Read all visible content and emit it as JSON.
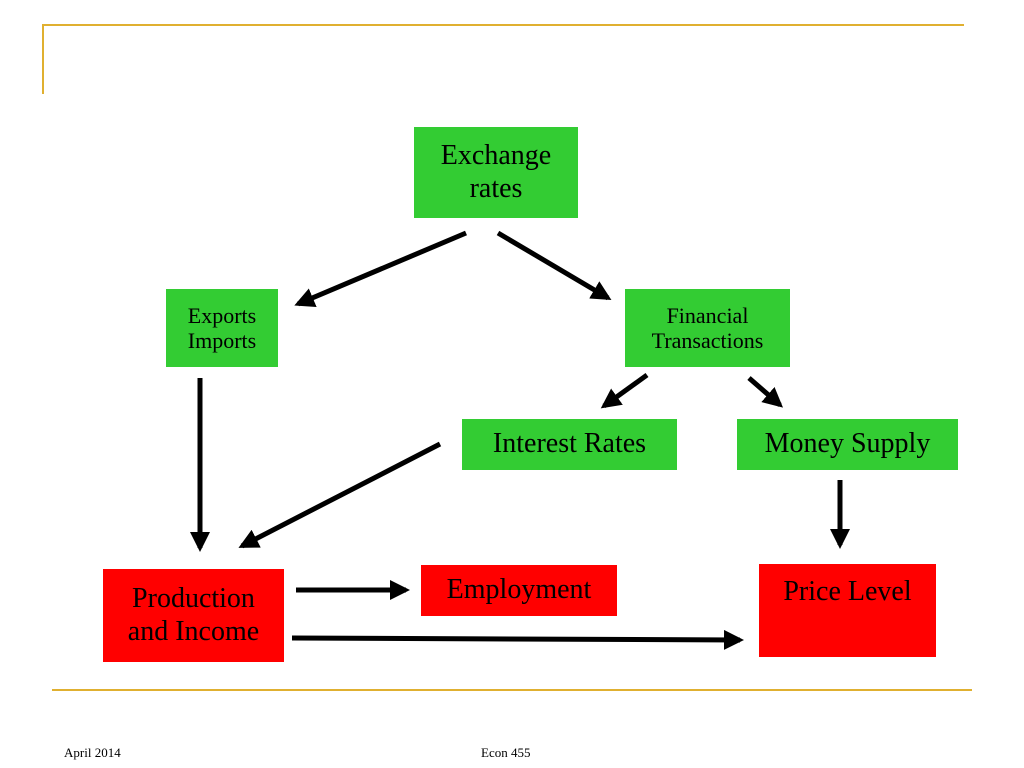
{
  "colors": {
    "cause_box": "#33cc33",
    "outcome_box": "#ff0000",
    "rule": "#e0b030",
    "arrow": "#000000"
  },
  "diagram": {
    "nodes": {
      "exchange_rates": {
        "lines": [
          "Exchange",
          "rates"
        ]
      },
      "exports_imports": {
        "lines": [
          "Exports",
          "Imports"
        ]
      },
      "financial_transactions": {
        "lines": [
          "Financial",
          "Transactions"
        ]
      },
      "interest_rates": {
        "lines": [
          "Interest Rates"
        ]
      },
      "money_supply": {
        "lines": [
          "Money Supply"
        ]
      },
      "production_income": {
        "lines": [
          "Production",
          "and Income"
        ]
      },
      "employment": {
        "lines": [
          "Employment"
        ]
      },
      "price_level": {
        "lines": [
          "Price Level"
        ]
      }
    },
    "edges": [
      {
        "from": "exchange_rates",
        "to": "exports_imports"
      },
      {
        "from": "exchange_rates",
        "to": "financial_transactions"
      },
      {
        "from": "financial_transactions",
        "to": "interest_rates"
      },
      {
        "from": "financial_transactions",
        "to": "money_supply"
      },
      {
        "from": "exports_imports",
        "to": "production_income"
      },
      {
        "from": "interest_rates",
        "to": "production_income"
      },
      {
        "from": "money_supply",
        "to": "price_level"
      },
      {
        "from": "production_income",
        "to": "employment"
      },
      {
        "from": "production_income",
        "to": "price_level"
      }
    ]
  },
  "footer": {
    "date": "April 2014",
    "course": "Econ 455"
  }
}
